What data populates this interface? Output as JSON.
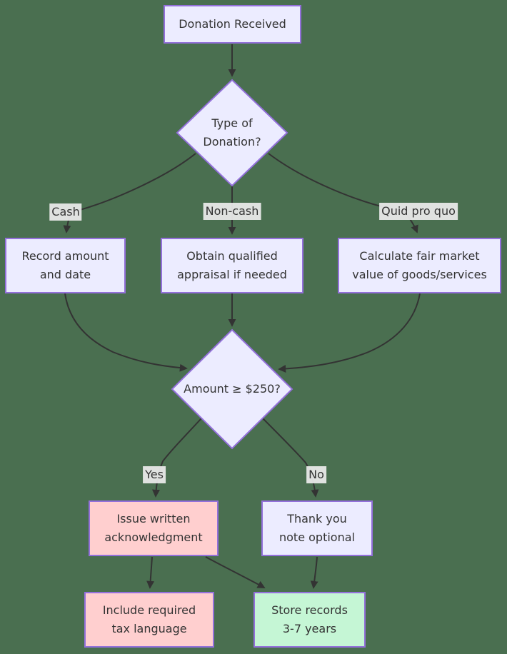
{
  "diagram_type": "flowchart",
  "colors": {
    "background": "#4A6F50",
    "node_fill": "#ECECFF",
    "node_border": "#9370DB",
    "highlight_pink_fill": "#FFCFCF",
    "highlight_green_fill": "#C5F6D5",
    "edge_stroke": "#333333",
    "edge_label_background": "#E8E8E8",
    "text": "#333333"
  },
  "nodes": {
    "start": {
      "label": "Donation Received",
      "shape": "rect"
    },
    "type_q": {
      "label": "Type of\nDonation?",
      "shape": "diamond"
    },
    "record": {
      "label": "Record amount\nand date",
      "shape": "rect"
    },
    "appraisal": {
      "label": "Obtain qualified\nappraisal if needed",
      "shape": "rect"
    },
    "fmv": {
      "label": "Calculate fair market\nvalue of goods/services",
      "shape": "rect"
    },
    "amount_q": {
      "label": "Amount ≥ $250?",
      "shape": "diamond"
    },
    "ack": {
      "label": "Issue written\nacknowledgment",
      "shape": "rect"
    },
    "thanks": {
      "label": "Thank you\nnote optional",
      "shape": "rect"
    },
    "tax": {
      "label": "Include required\ntax language",
      "shape": "rect"
    },
    "store": {
      "label": "Store records\n3-7 years",
      "shape": "rect"
    }
  },
  "edges": [
    {
      "from": "start",
      "to": "type_q",
      "label": ""
    },
    {
      "from": "type_q",
      "to": "record",
      "label": "Cash"
    },
    {
      "from": "type_q",
      "to": "appraisal",
      "label": "Non-cash"
    },
    {
      "from": "type_q",
      "to": "fmv",
      "label": "Quid pro quo"
    },
    {
      "from": "record",
      "to": "amount_q",
      "label": ""
    },
    {
      "from": "appraisal",
      "to": "amount_q",
      "label": ""
    },
    {
      "from": "fmv",
      "to": "amount_q",
      "label": ""
    },
    {
      "from": "amount_q",
      "to": "ack",
      "label": "Yes"
    },
    {
      "from": "amount_q",
      "to": "thanks",
      "label": "No"
    },
    {
      "from": "ack",
      "to": "tax",
      "label": ""
    },
    {
      "from": "ack",
      "to": "store",
      "label": ""
    },
    {
      "from": "thanks",
      "to": "store",
      "label": ""
    }
  ]
}
